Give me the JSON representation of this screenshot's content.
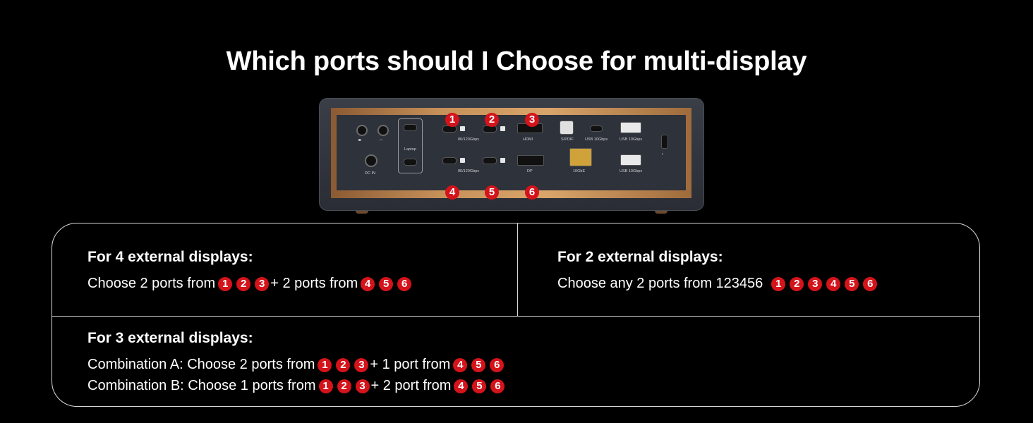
{
  "title": "Which ports should I Choose for multi-display",
  "dock": {
    "labels": {
      "dc_in": "DC IN",
      "laptop": "Laptop",
      "tb_top": "80/120Gbps",
      "tb_bottom": "80/120Gbps",
      "hdmi": "HDMI",
      "dp": "DP",
      "spdif": "S/PDIF",
      "usb_c": "USB 10Gbps",
      "usb_a_top": "USB 10Gbps",
      "usb_a_bottom": "USB 10Gbps",
      "ethernet": "10GbE"
    },
    "port_numbers": [
      "1",
      "2",
      "3",
      "4",
      "5",
      "6"
    ]
  },
  "four_displays": {
    "heading": "For 4 external displays:",
    "text_a": "Choose 2 ports from",
    "text_b": "+ 2 ports from",
    "group_a": [
      "1",
      "2",
      "3"
    ],
    "group_b": [
      "4",
      "5",
      "6"
    ]
  },
  "two_displays": {
    "heading": "For 2 external displays:",
    "text": "Choose any 2 ports from 123456",
    "group": [
      "1",
      "2",
      "3",
      "4",
      "5",
      "6"
    ]
  },
  "three_displays": {
    "heading": "For 3 external displays:",
    "combo_a": {
      "text_a": "Combination A: Choose 2 ports from",
      "text_b": "+ 1 port from",
      "group_a": [
        "1",
        "2",
        "3"
      ],
      "group_b": [
        "4",
        "5",
        "6"
      ]
    },
    "combo_b": {
      "text_a": "Combination B: Choose 1 ports from",
      "text_b": "+ 2 port from",
      "group_a": [
        "1",
        "2",
        "3"
      ],
      "group_b": [
        "4",
        "5",
        "6"
      ]
    }
  },
  "colors": {
    "badge": "#d4131b",
    "background": "#000000",
    "border": "#d9d9d9"
  }
}
